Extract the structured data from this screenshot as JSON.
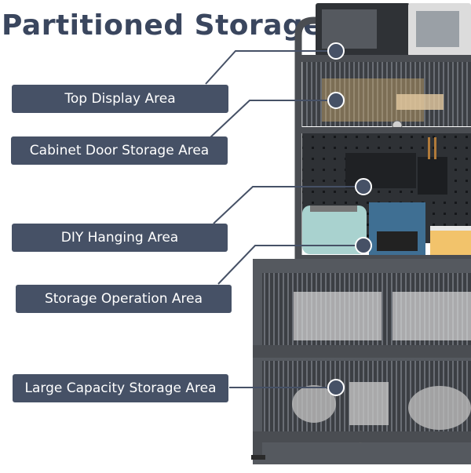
{
  "header": {
    "title": "Partitioned  Storage"
  },
  "areas": [
    {
      "label": "Top Display Area"
    },
    {
      "label": "Cabinet Door Storage Area"
    },
    {
      "label": "DIY Hanging Area"
    },
    {
      "label": "Storage Operation Area"
    },
    {
      "label": "Large Capacity Storage Area"
    }
  ],
  "colors": {
    "label_bg": "#465166",
    "title": "#3a465e",
    "frame": "#4a4d52"
  }
}
